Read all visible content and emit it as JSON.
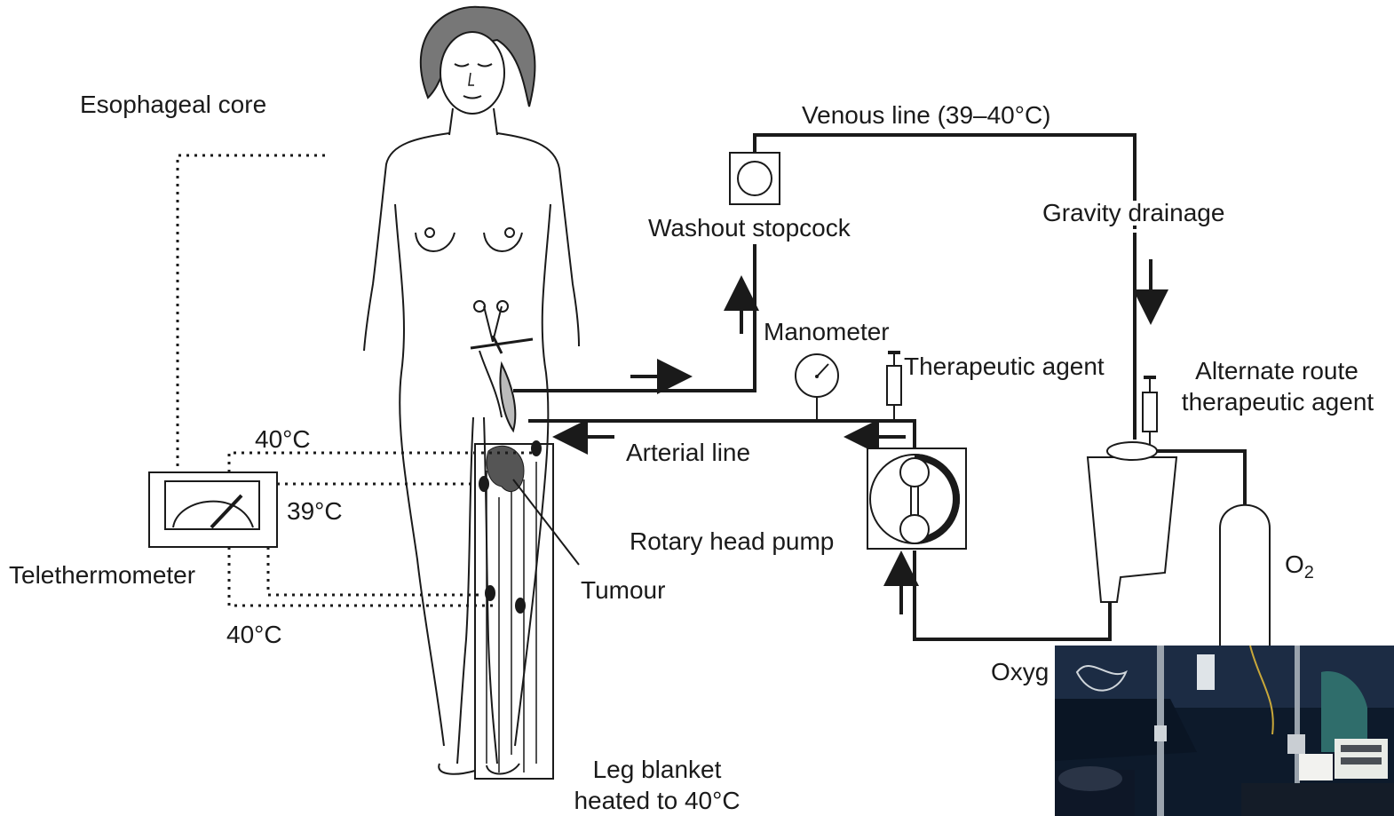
{
  "labels": {
    "esophageal_core": "Esophageal core",
    "venous_line": "Venous line (39–40°C)",
    "washout_stopcock": "Washout stopcock",
    "gravity_drainage": "Gravity drainage",
    "manometer": "Manometer",
    "therapeutic_agent": "Therapeutic agent",
    "alternate_route_1": "Alternate route",
    "alternate_route_2": "therapeutic agent",
    "temp_top": "40°C",
    "temp_mid": "39°C",
    "temp_bottom": "40°C",
    "arterial_line": "Arterial line",
    "rotary_head_pump": "Rotary head pump",
    "telethermometer": "Telethermometer",
    "tumour": "Tumour",
    "o2_base": "O",
    "o2_sub": "2",
    "oxygenator_partial": "Oxyg",
    "leg_blanket_1": "Leg blanket",
    "leg_blanket_2": "heated to 40°C"
  },
  "colors": {
    "line": "#1a1a1a",
    "tumour": "#555555",
    "photo_dark": "#0d1a2b"
  }
}
